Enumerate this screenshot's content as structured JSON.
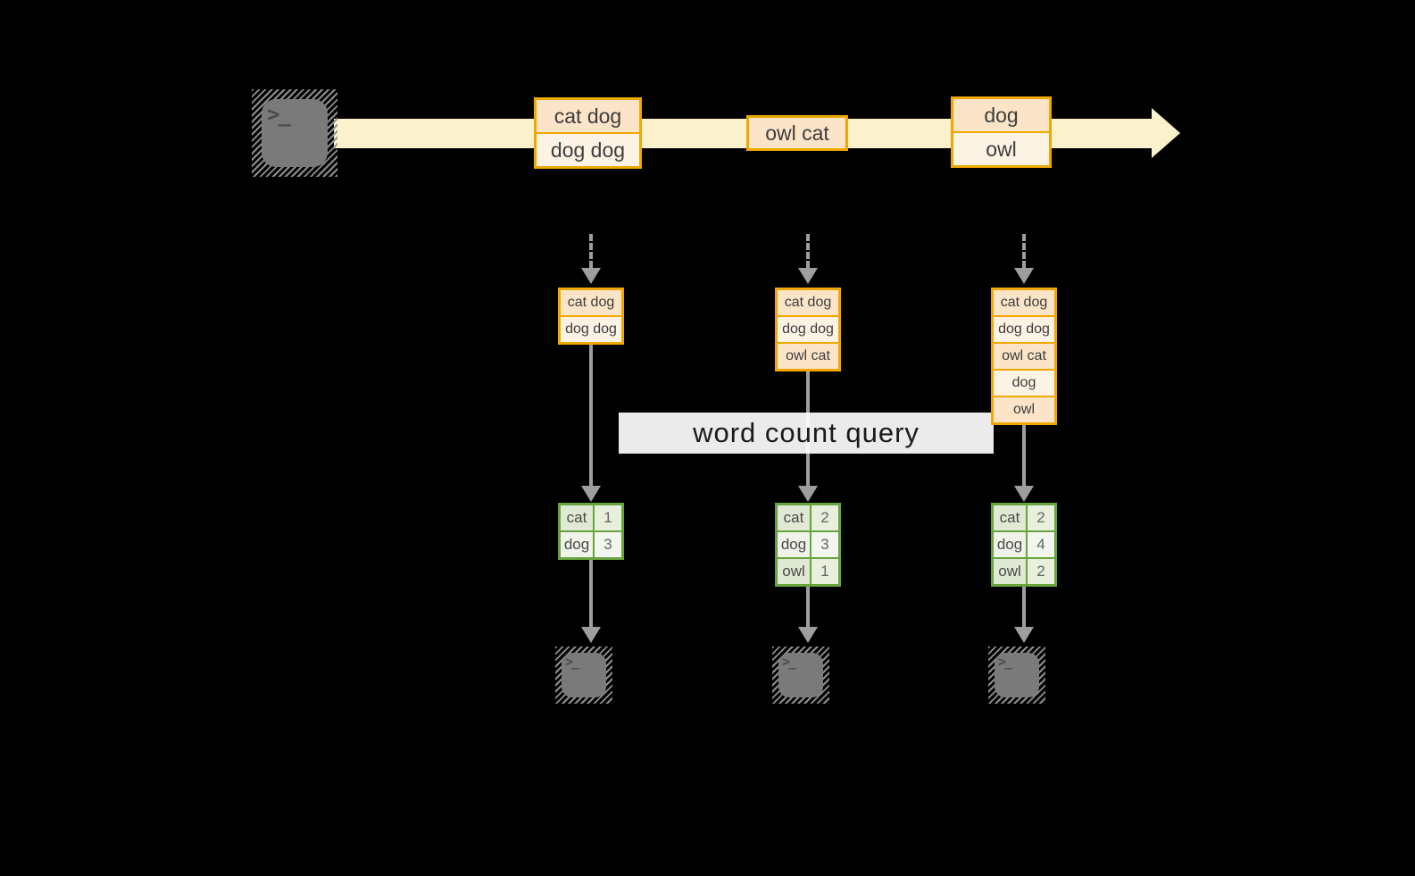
{
  "label": {
    "text": "word count query"
  },
  "icons": {
    "prompt": ">_"
  },
  "stream": {
    "batches": [
      {
        "rows": [
          "cat dog",
          "dog dog"
        ]
      },
      {
        "rows": [
          "owl cat"
        ]
      },
      {
        "rows": [
          "dog",
          "owl"
        ]
      }
    ]
  },
  "workers": [
    {
      "buffer": [
        "cat dog",
        "dog dog"
      ],
      "counts": [
        {
          "word": "cat",
          "count": 1
        },
        {
          "word": "dog",
          "count": 3
        }
      ]
    },
    {
      "buffer": [
        "cat dog",
        "dog dog",
        "owl cat"
      ],
      "counts": [
        {
          "word": "cat",
          "count": 2
        },
        {
          "word": "dog",
          "count": 3
        },
        {
          "word": "owl",
          "count": 1
        }
      ]
    },
    {
      "buffer": [
        "cat dog",
        "dog dog",
        "owl cat",
        "dog",
        "owl"
      ],
      "counts": [
        {
          "word": "cat",
          "count": 2
        },
        {
          "word": "dog",
          "count": 4
        },
        {
          "word": "owl",
          "count": 2
        }
      ]
    }
  ],
  "colors": {
    "background": "#000000",
    "stream_band": "#fcf1cd",
    "orange_border": "#f0a800",
    "cell_peach": "#fbe4c7",
    "cell_cream": "#fdf3e4",
    "green_border": "#68a43e",
    "green_cell_dark": "#dfe9d3",
    "green_cell_light": "#eff3ea",
    "arrow_gray": "#9e9e9e",
    "terminal_gray": "#7a7a7a",
    "label_background": "#ffffff",
    "text_dark": "#3d3d3d"
  }
}
